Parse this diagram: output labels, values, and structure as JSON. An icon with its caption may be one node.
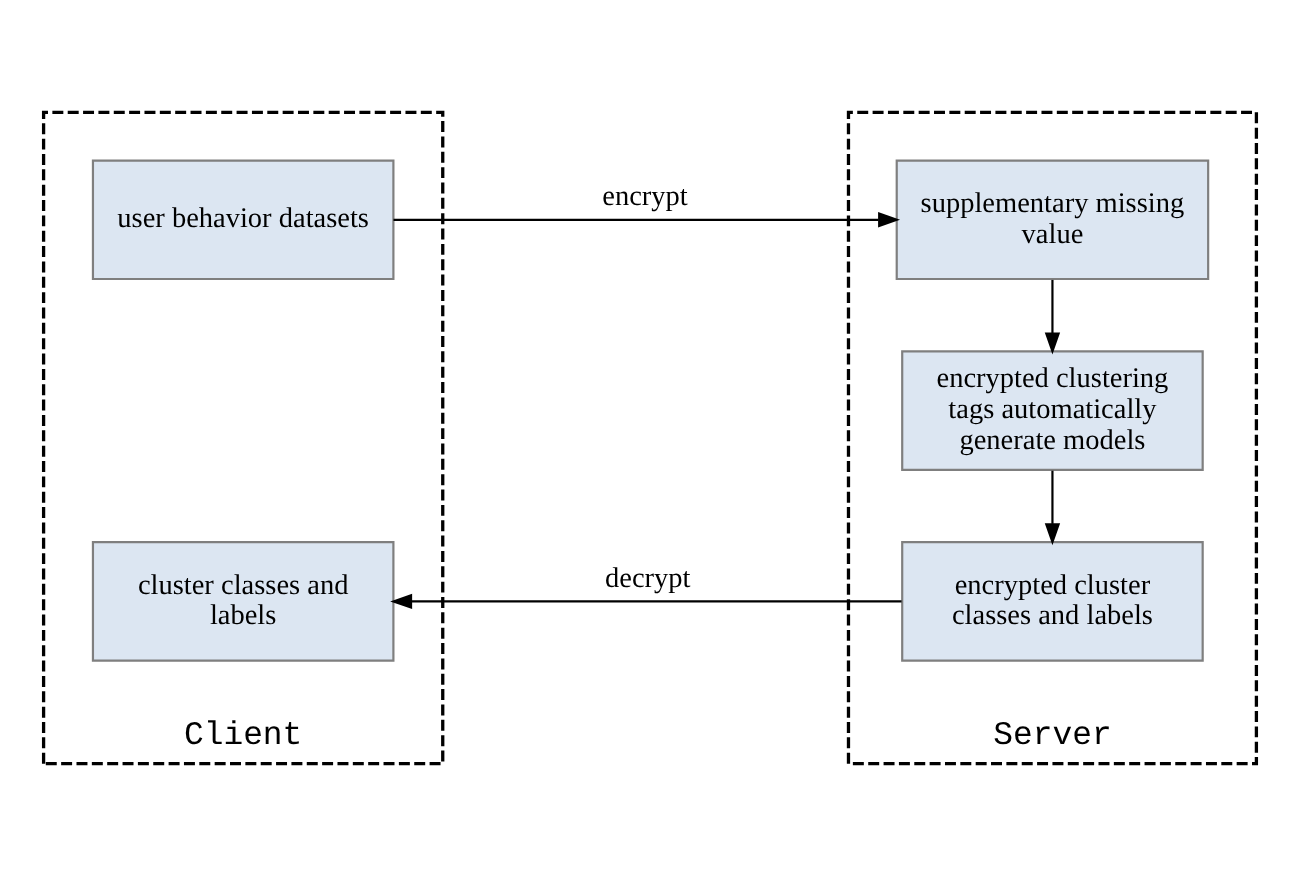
{
  "diagram": {
    "nodes": [
      {
        "text": [
          "Client"
        ]
      },
      {
        "text": [
          "user behavior datasets"
        ],
        "in": 0
      },
      {
        "text": [
          "cluster classes and labels"
        ],
        "in": 0
      },
      {
        "text": [
          "Server"
        ]
      },
      {
        "text": [
          "supplementary missing value"
        ],
        "in": 3
      },
      {
        "text": [
          "encrypted clustering tags automatically generate models"
        ],
        "in": 3
      },
      {
        "text": [
          "encrypted cluster classes and labels"
        ],
        "in": 3
      }
    ],
    "edges": [
      {
        "from": 1,
        "to": 4,
        "label": "encrypt",
        "arrow": "to"
      },
      {
        "from": 4,
        "to": 5,
        "arrow": "to"
      },
      {
        "from": 5,
        "to": 6,
        "arrow": "to"
      },
      {
        "from": 6,
        "to": 2,
        "label": "decrypt",
        "arrow": "to"
      }
    ]
  }
}
